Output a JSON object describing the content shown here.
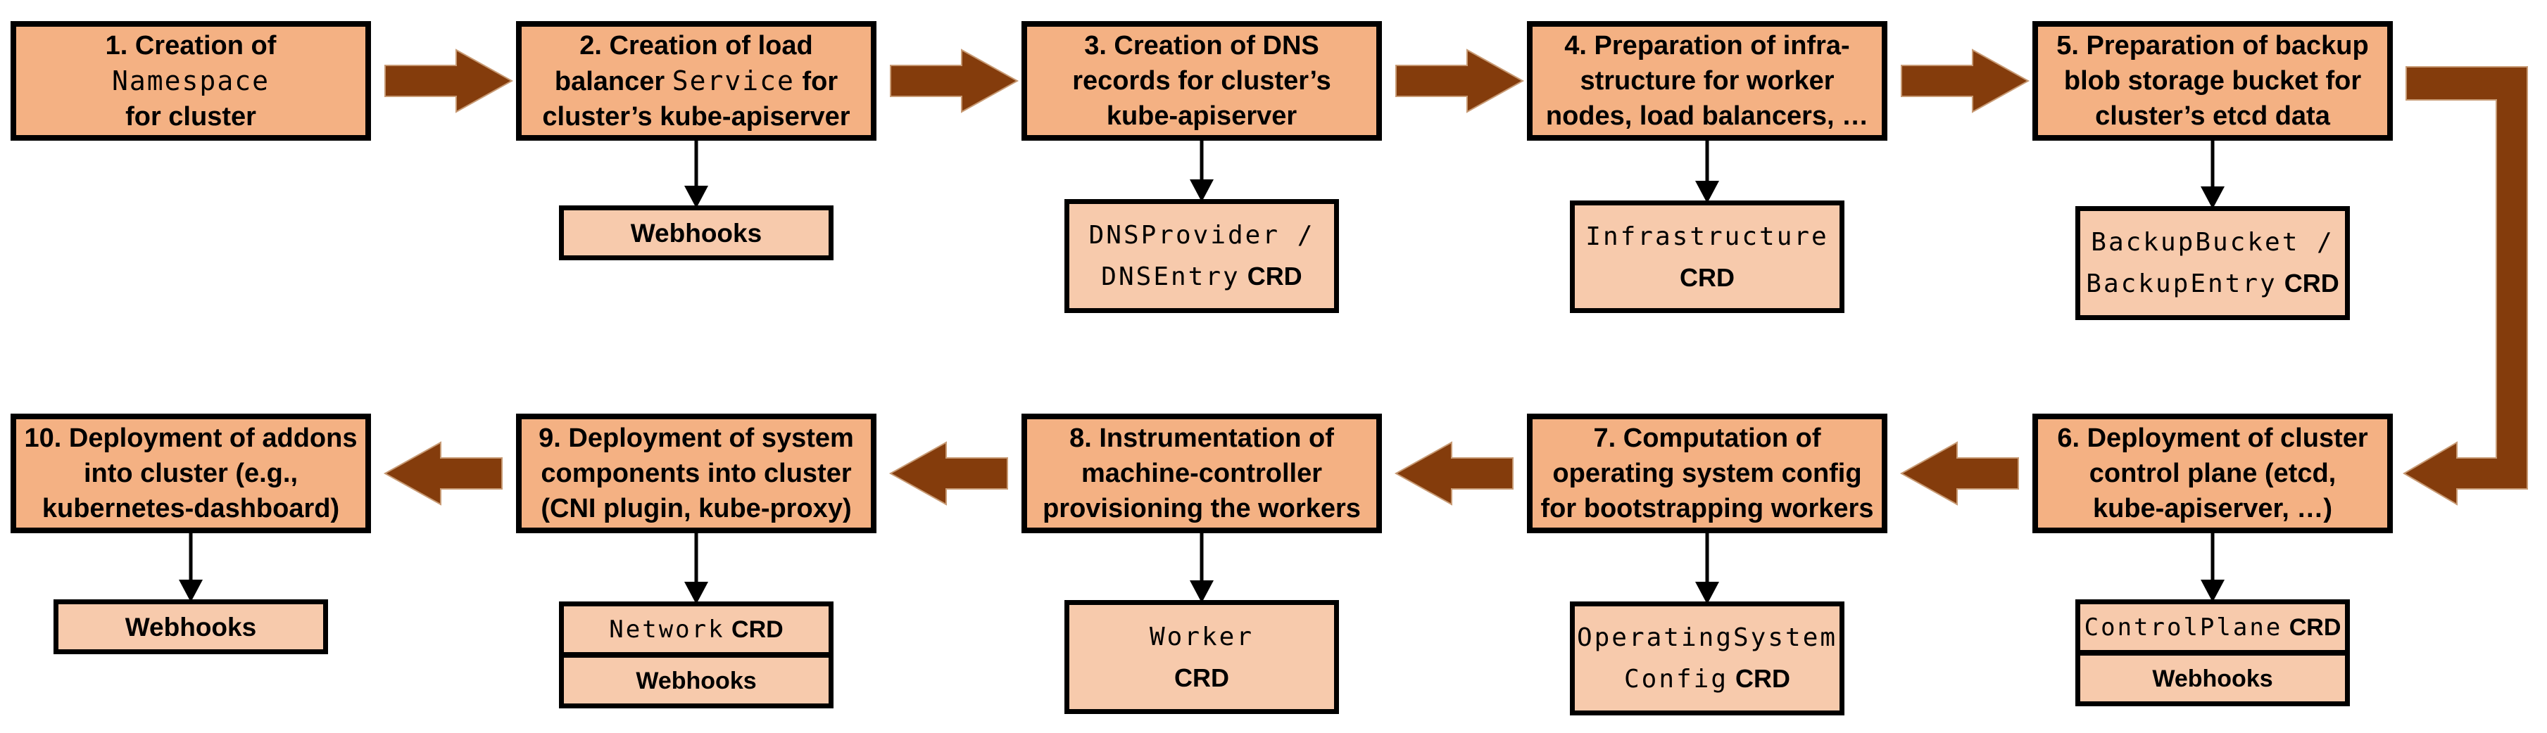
{
  "colors": {
    "background": "#FFFFFF",
    "box_fill": "#F4B183",
    "sub_box_fill": "#F7CAAC",
    "border": "#000000",
    "connector": "#000000",
    "flow_arrow": "#843C0C",
    "flow_arrow_edge": "#C79A74"
  },
  "steps": [
    {
      "name": "step-1",
      "lines": [
        [
          {
            "t": "1. Creation of"
          }
        ],
        [
          {
            "t": "Namespace",
            "m": true
          }
        ],
        [
          {
            "t": "for cluster"
          }
        ]
      ]
    },
    {
      "name": "step-2",
      "lines": [
        [
          {
            "t": "2. Creation of load"
          }
        ],
        [
          {
            "t": "balancer "
          },
          {
            "t": "Service",
            "m": true
          },
          {
            "t": " for"
          }
        ],
        [
          {
            "t": "cluster’s kube-apiserver"
          }
        ]
      ]
    },
    {
      "name": "step-3",
      "lines": [
        [
          {
            "t": "3. Creation of DNS"
          }
        ],
        [
          {
            "t": "records for cluster’s"
          }
        ],
        [
          {
            "t": "kube-apiserver"
          }
        ]
      ]
    },
    {
      "name": "step-4",
      "lines": [
        [
          {
            "t": "4. Preparation of infra-"
          }
        ],
        [
          {
            "t": "structure for worker"
          }
        ],
        [
          {
            "t": "nodes, load balancers, …"
          }
        ]
      ]
    },
    {
      "name": "step-5",
      "lines": [
        [
          {
            "t": "5. Preparation of backup"
          }
        ],
        [
          {
            "t": "blob storage bucket for"
          }
        ],
        [
          {
            "t": "cluster’s etcd data"
          }
        ]
      ]
    },
    {
      "name": "step-6",
      "lines": [
        [
          {
            "t": "6. Deployment of cluster"
          }
        ],
        [
          {
            "t": "control plane (etcd,"
          }
        ],
        [
          {
            "t": "kube-apiserver, …)"
          }
        ]
      ]
    },
    {
      "name": "step-7",
      "lines": [
        [
          {
            "t": "7. Computation of"
          }
        ],
        [
          {
            "t": "operating system config"
          }
        ],
        [
          {
            "t": "for bootstrapping workers"
          }
        ]
      ]
    },
    {
      "name": "step-8",
      "lines": [
        [
          {
            "t": "8. Instrumentation of"
          }
        ],
        [
          {
            "t": "machine-controller"
          }
        ],
        [
          {
            "t": "provisioning the workers"
          }
        ]
      ]
    },
    {
      "name": "step-9",
      "lines": [
        [
          {
            "t": "9. Deployment of system"
          }
        ],
        [
          {
            "t": "components into cluster"
          }
        ],
        [
          {
            "t": "(CNI plugin, kube-proxy)"
          }
        ]
      ]
    },
    {
      "name": "step-10",
      "lines": [
        [
          {
            "t": "10. Deployment of addons"
          }
        ],
        [
          {
            "t": "into cluster (e.g.,"
          }
        ],
        [
          {
            "t": "kubernetes-dashboard)"
          }
        ]
      ]
    }
  ],
  "sub_boxes": {
    "webhooks_step2": [
      [
        {
          "t": "Webhooks"
        }
      ]
    ],
    "dns_crd": [
      [
        {
          "t": "DNSProvider /",
          "m": true
        }
      ],
      [
        {
          "t": "DNSEntry",
          "m": true
        },
        {
          "t": " CRD",
          "c": true
        }
      ]
    ],
    "infrastructure_crd": [
      [
        {
          "t": "Infrastructure",
          "m": true
        }
      ],
      [
        {
          "t": "CRD",
          "c": true
        }
      ]
    ],
    "backup_crd": [
      [
        {
          "t": "BackupBucket /",
          "m": true
        }
      ],
      [
        {
          "t": "BackupEntry",
          "m": true
        },
        {
          "t": " CRD",
          "c": true
        }
      ]
    ],
    "controlplane_crd": [
      [
        {
          "t": "ControlPlane",
          "m": true
        },
        {
          "t": " CRD",
          "c": true
        }
      ]
    ],
    "webhooks_step6": [
      [
        {
          "t": "Webhooks"
        }
      ]
    ],
    "operatingsystemconfig_crd": [
      [
        {
          "t": "OperatingSystem",
          "m": true
        }
      ],
      [
        {
          "t": "Config",
          "m": true
        },
        {
          "t": " CRD",
          "c": true
        }
      ]
    ],
    "worker_crd": [
      [
        {
          "t": "Worker",
          "m": true
        }
      ],
      [
        {
          "t": "CRD",
          "c": true
        }
      ]
    ],
    "network_crd": [
      [
        {
          "t": "Network",
          "m": true
        },
        {
          "t": " CRD",
          "c": true
        }
      ]
    ],
    "webhooks_step9": [
      [
        {
          "t": "Webhooks"
        }
      ]
    ],
    "webhooks_step10": [
      [
        {
          "t": "Webhooks"
        }
      ]
    ]
  }
}
